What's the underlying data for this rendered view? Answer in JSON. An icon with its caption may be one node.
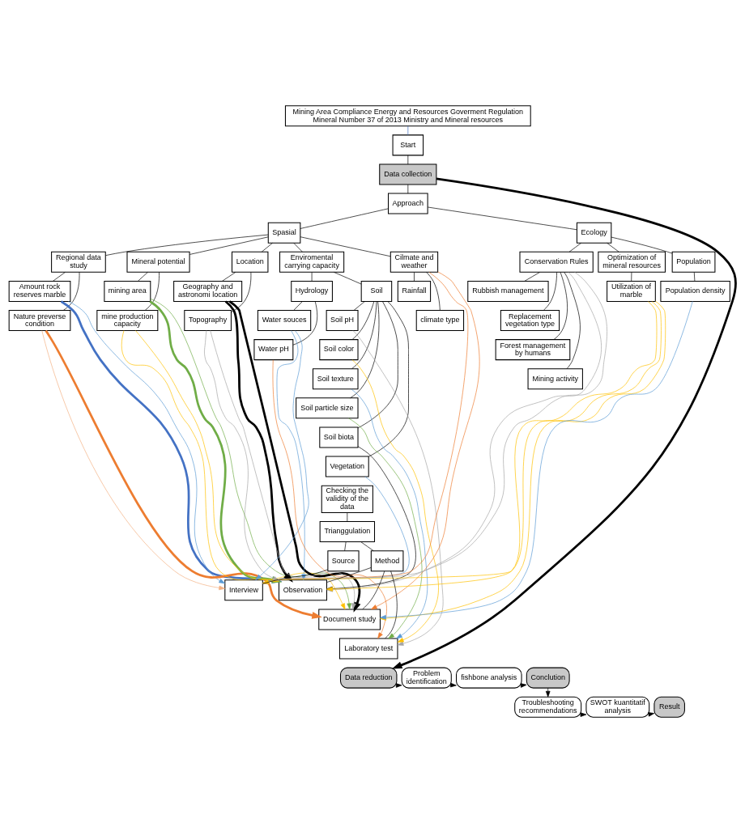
{
  "diagram": {
    "nodes": [
      {
        "text": [
          "Mining Area Compliance Energy and Resources Goverment Regulation Mineral Number 37 of 2013 Ministry and Mineral resources"
        ]
      },
      {
        "text": [
          "Start"
        ]
      },
      {
        "text": [
          "Data collection"
        ]
      },
      {
        "text": [
          "Approach"
        ]
      },
      {
        "text": [
          "Spasial"
        ]
      },
      {
        "text": [
          "Ecology"
        ]
      },
      {
        "text": [
          "Regional data study"
        ]
      },
      {
        "text": [
          "Amount rock reserves marble"
        ]
      },
      {
        "text": [
          "Nature preverse condition"
        ]
      },
      {
        "text": [
          "Mineral potential"
        ]
      },
      {
        "text": [
          "mining area"
        ]
      },
      {
        "text": [
          "mine production capacity"
        ]
      },
      {
        "text": [
          "Location"
        ]
      },
      {
        "text": [
          "Geography and astronomi location"
        ]
      },
      {
        "text": [
          "Topography"
        ]
      },
      {
        "text": [
          "Enviromental carrying capacity"
        ]
      },
      {
        "text": [
          "Hydrology"
        ]
      },
      {
        "text": [
          "Water souces"
        ]
      },
      {
        "text": [
          "Water pH"
        ]
      },
      {
        "text": [
          "Soil"
        ]
      },
      {
        "text": [
          "Soil pH"
        ]
      },
      {
        "text": [
          "Soil color"
        ]
      },
      {
        "text": [
          "Soil texture"
        ]
      },
      {
        "text": [
          "Soil particle size"
        ]
      },
      {
        "text": [
          "Soil biota"
        ]
      },
      {
        "text": [
          "Vegetation"
        ]
      },
      {
        "text": [
          "Cilmate and weather"
        ]
      },
      {
        "text": [
          "Rainfall"
        ]
      },
      {
        "text": [
          "climate type"
        ]
      },
      {
        "text": [
          "Conservation Rules"
        ]
      },
      {
        "text": [
          "Rubbish management"
        ]
      },
      {
        "text": [
          "Replacement vegetation type"
        ]
      },
      {
        "text": [
          "Forest management by humans"
        ]
      },
      {
        "text": [
          "Mining activity"
        ]
      },
      {
        "text": [
          "Optimization of mineral resources"
        ]
      },
      {
        "text": [
          "Utilization of marble"
        ]
      },
      {
        "text": [
          "Population"
        ]
      },
      {
        "text": [
          "Population density"
        ]
      },
      {
        "text": [
          "Checking the validity of the data"
        ]
      },
      {
        "text": [
          "Trianggulation"
        ]
      },
      {
        "text": [
          "Method"
        ]
      },
      {
        "text": [
          "Source"
        ]
      },
      {
        "text": [
          "Observation"
        ]
      },
      {
        "text": [
          "Interview"
        ]
      },
      {
        "text": [
          "Document study"
        ]
      },
      {
        "text": [
          "Laboratory test"
        ]
      },
      {
        "text": [
          "Data reduction"
        ]
      },
      {
        "text": [
          "Problem identification"
        ]
      },
      {
        "text": [
          "fishbone analysis"
        ]
      },
      {
        "text": [
          "Conclution"
        ]
      },
      {
        "text": [
          "Troubleshooting recommendations"
        ]
      },
      {
        "text": [
          "SWOT kuantitatif analysis"
        ]
      },
      {
        "text": [
          "Result"
        ]
      }
    ],
    "edges": [
      {
        "from": 0,
        "to": 1,
        "arrow": "none",
        "color": "#4472c4"
      },
      {
        "from": 1,
        "to": 2,
        "arrow": "none"
      },
      {
        "from": 2,
        "to": 3,
        "arrow": "none"
      },
      {
        "from": 3,
        "to": 4,
        "arrow": "none"
      },
      {
        "from": 3,
        "to": 5,
        "arrow": "none"
      },
      {
        "from": 4,
        "to": 6,
        "arrow": "none"
      },
      {
        "from": 4,
        "to": 9,
        "arrow": "none"
      },
      {
        "from": 4,
        "to": 12,
        "arrow": "none"
      },
      {
        "from": 4,
        "to": 15,
        "arrow": "none"
      },
      {
        "from": 4,
        "to": 26,
        "arrow": "none"
      },
      {
        "from": 5,
        "to": 29,
        "arrow": "none"
      },
      {
        "from": 5,
        "to": 34,
        "arrow": "none"
      },
      {
        "from": 5,
        "to": 36,
        "arrow": "none"
      },
      {
        "from": 6,
        "to": 7,
        "arrow": "none"
      },
      {
        "from": 6,
        "to": 8,
        "arrow": "none"
      },
      {
        "from": 9,
        "to": 10,
        "arrow": "none"
      },
      {
        "from": 9,
        "to": 11,
        "arrow": "none"
      },
      {
        "from": 12,
        "to": 13,
        "arrow": "none"
      },
      {
        "from": 12,
        "to": 14,
        "arrow": "none"
      },
      {
        "from": 15,
        "to": 16,
        "arrow": "none"
      },
      {
        "from": 15,
        "to": 19,
        "arrow": "none"
      },
      {
        "from": 16,
        "to": 17,
        "arrow": "none"
      },
      {
        "from": 16,
        "to": 18,
        "arrow": "none"
      },
      {
        "from": 19,
        "to": 20,
        "arrow": "none"
      },
      {
        "from": 19,
        "to": 21,
        "arrow": "none"
      },
      {
        "from": 19,
        "to": 22,
        "arrow": "none"
      },
      {
        "from": 19,
        "to": 23,
        "arrow": "none"
      },
      {
        "from": 19,
        "to": 24,
        "arrow": "none"
      },
      {
        "from": 19,
        "to": 25,
        "arrow": "none"
      },
      {
        "from": 26,
        "to": 27,
        "arrow": "none"
      },
      {
        "from": 26,
        "to": 28,
        "arrow": "none"
      },
      {
        "from": 29,
        "to": 30,
        "arrow": "none"
      },
      {
        "from": 29,
        "to": 31,
        "arrow": "none"
      },
      {
        "from": 29,
        "to": 32,
        "arrow": "none"
      },
      {
        "from": 29,
        "to": 33,
        "arrow": "none"
      },
      {
        "from": 34,
        "to": 35,
        "arrow": "none"
      },
      {
        "from": 36,
        "to": 37,
        "arrow": "none"
      },
      {
        "from": 38,
        "to": 39,
        "arrow": "none"
      },
      {
        "from": 39,
        "to": 40,
        "arrow": "none"
      },
      {
        "from": 39,
        "to": 41,
        "arrow": "none"
      },
      {
        "from": 40,
        "to": 42,
        "arrow": "none"
      },
      {
        "from": 40,
        "to": 44,
        "arrow": "none"
      },
      {
        "from": 40,
        "to": 45,
        "arrow": "none"
      },
      {
        "from": 41,
        "to": 43,
        "arrow": "none"
      },
      {
        "from": 7,
        "to": 42,
        "arrow": "to",
        "style": "thick",
        "color": "#4472c4"
      },
      {
        "from": 7,
        "to": 43,
        "arrow": "to",
        "color": "#5b9bd5"
      },
      {
        "from": 8,
        "to": 44,
        "arrow": "to",
        "style": "thick",
        "color": "#ed7d31"
      },
      {
        "from": 8,
        "to": 43,
        "arrow": "to",
        "color": "#f4b183"
      },
      {
        "from": 10,
        "to": 42,
        "arrow": "to",
        "style": "thick",
        "color": "#70ad47"
      },
      {
        "from": 10,
        "to": 44,
        "arrow": "to",
        "color": "#70ad47"
      },
      {
        "from": 11,
        "to": 42,
        "arrow": "to",
        "color": "#ffc000"
      },
      {
        "from": 11,
        "to": 44,
        "arrow": "to",
        "color": "#ffc000"
      },
      {
        "from": 13,
        "to": 42,
        "arrow": "to",
        "style": "thick"
      },
      {
        "from": 13,
        "to": 44,
        "arrow": "to",
        "style": "thick"
      },
      {
        "from": 14,
        "to": 42,
        "arrow": "to",
        "color": "#a5a5a5"
      },
      {
        "from": 14,
        "to": 44,
        "arrow": "to",
        "color": "#a5a5a5"
      },
      {
        "from": 17,
        "to": 42,
        "arrow": "to",
        "color": "#5b9bd5"
      },
      {
        "from": 17,
        "to": 43,
        "arrow": "to",
        "color": "#5b9bd5"
      },
      {
        "from": 18,
        "to": 45,
        "arrow": "to",
        "color": "#ed7d31"
      },
      {
        "from": 20,
        "to": 45,
        "arrow": "to",
        "color": "#a5a5a5"
      },
      {
        "from": 21,
        "to": 45,
        "arrow": "to",
        "color": "#ffc000"
      },
      {
        "from": 22,
        "to": 45,
        "arrow": "to",
        "color": "#5b9bd5"
      },
      {
        "from": 23,
        "to": 45,
        "arrow": "to",
        "color": "#70ad47"
      },
      {
        "from": 24,
        "to": 42,
        "arrow": "to"
      },
      {
        "from": 25,
        "to": 43,
        "arrow": "to",
        "color": "#5b9bd5"
      },
      {
        "from": 26,
        "to": 43,
        "arrow": "to",
        "color": "#ed7d31"
      },
      {
        "from": 26,
        "to": 44,
        "arrow": "to",
        "color": "#ed7d31"
      },
      {
        "from": 29,
        "to": 42,
        "arrow": "to",
        "color": "#a5a5a5"
      },
      {
        "from": 29,
        "to": 43,
        "arrow": "to",
        "color": "#a5a5a5"
      },
      {
        "from": 35,
        "to": 42,
        "arrow": "to",
        "color": "#ffc000"
      },
      {
        "from": 35,
        "to": 43,
        "arrow": "to",
        "color": "#ffc000"
      },
      {
        "from": 35,
        "to": 44,
        "arrow": "to",
        "color": "#ffc000"
      },
      {
        "from": 37,
        "to": 44,
        "arrow": "to",
        "color": "#5b9bd5"
      },
      {
        "from": 2,
        "to": 46,
        "arrow": "to",
        "style": "thick"
      },
      {
        "from": 46,
        "to": 47,
        "arrow": "to"
      },
      {
        "from": 47,
        "to": 48,
        "arrow": "to"
      },
      {
        "from": 48,
        "to": 49,
        "arrow": "to"
      },
      {
        "from": 49,
        "to": 50,
        "arrow": "to"
      },
      {
        "from": 50,
        "to": 51,
        "arrow": "to"
      },
      {
        "from": 51,
        "to": 52,
        "arrow": "to"
      }
    ]
  }
}
